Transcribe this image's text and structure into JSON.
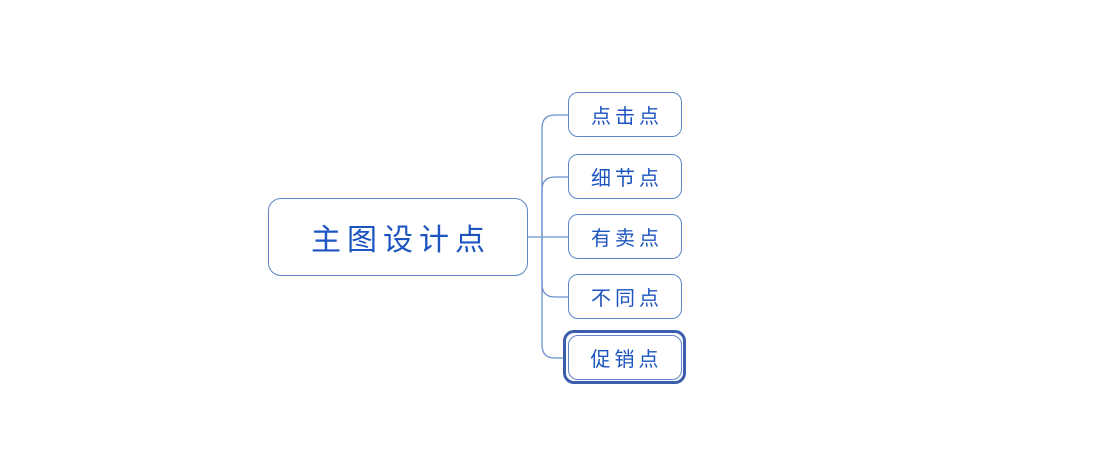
{
  "diagram": {
    "type": "mindmap",
    "root": {
      "label": "主图设计点"
    },
    "children": [
      {
        "label": "点击点",
        "selected": false
      },
      {
        "label": "细节点",
        "selected": false
      },
      {
        "label": "有卖点",
        "selected": false
      },
      {
        "label": "不同点",
        "selected": false
      },
      {
        "label": "促销点",
        "selected": true
      }
    ],
    "colors": {
      "background": "#ffffff",
      "node_border": "#5e86c8",
      "node_text": "#1c54c0",
      "connector": "#6d92cf",
      "selection_border": "#3b5eac"
    }
  }
}
